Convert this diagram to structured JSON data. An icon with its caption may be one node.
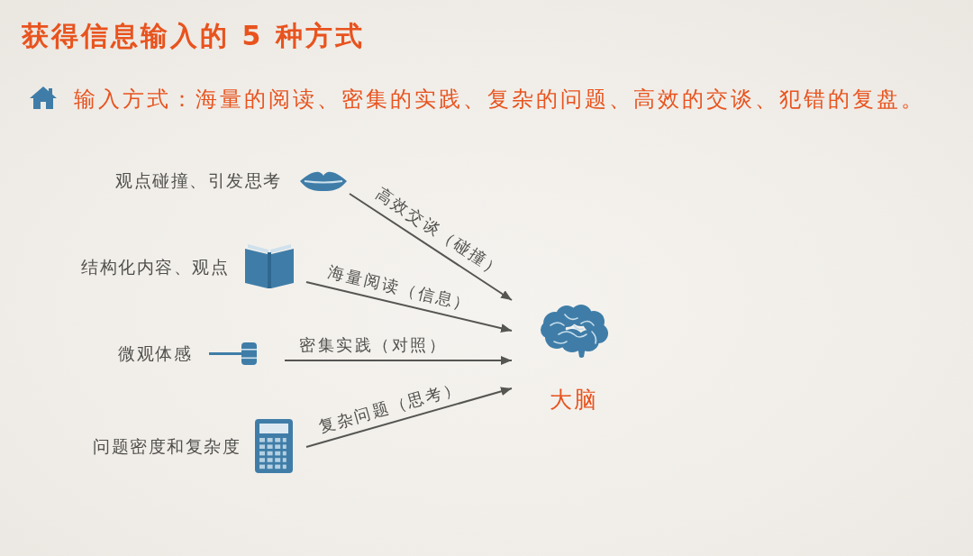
{
  "diagram": {
    "title": "获得信息输入的 5 种方式",
    "nodes": [
      {
        "text": [
          "观点碰撞、引发思考"
        ]
      },
      {
        "text": [
          "结构化内容、观点"
        ]
      },
      {
        "text": [
          "微观体感"
        ]
      },
      {
        "text": [
          "问题密度和复杂度"
        ]
      },
      {
        "text": [
          "大脑"
        ]
      }
    ],
    "edges": [
      {
        "from": 0,
        "to": 4,
        "arrow": "to",
        "label": "高效交谈（碰撞）"
      },
      {
        "from": 1,
        "to": 4,
        "arrow": "to",
        "label": "海量阅读（信息）"
      },
      {
        "from": 2,
        "to": 4,
        "arrow": "to",
        "label": "密集实践（对照）"
      },
      {
        "from": 3,
        "to": 4,
        "arrow": "to",
        "label": "复杂问题（思考）"
      }
    ],
    "labels": [
      "输入方式：海量的阅读、密集的实践、复杂的问题、高效的交谈、犯错的复盘。"
    ]
  }
}
